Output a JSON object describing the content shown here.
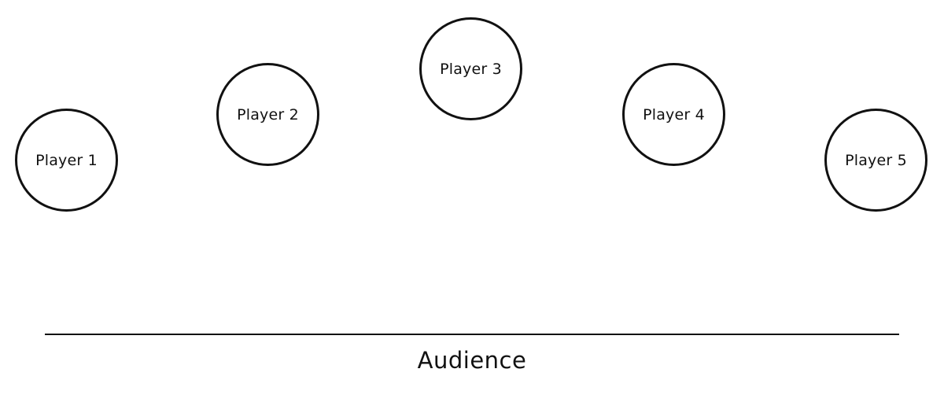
{
  "players": [
    {
      "label": "Player 1"
    },
    {
      "label": "Player 2"
    },
    {
      "label": "Player 3"
    },
    {
      "label": "Player 4"
    },
    {
      "label": "Player 5"
    }
  ],
  "audience": {
    "label": "Audience"
  }
}
